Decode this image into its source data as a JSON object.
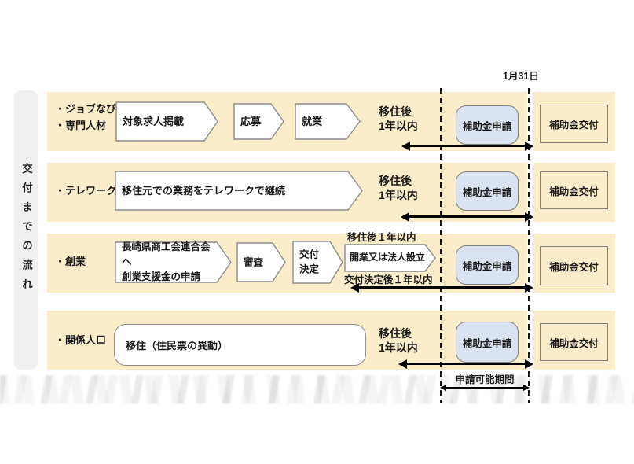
{
  "sidebar": {
    "title": "交付までの流れ"
  },
  "timeline": {
    "deadline": "1月31日",
    "application_period": "申請可能期間"
  },
  "rows": [
    {
      "category": "・ジョブなび\n・専門人材",
      "steps": [
        "対象求人掲載",
        "応募",
        "就業"
      ],
      "period": "移住後\n1年以内",
      "apply_label": "補助金申請",
      "grant_label": "補助金交付"
    },
    {
      "category": "・テレワーク",
      "steps": [
        "移住元での業務をテレワークで継続"
      ],
      "period": "移住後\n1年以内",
      "apply_label": "補助金申請",
      "grant_label": "補助金交付"
    },
    {
      "category": "・創業",
      "steps": [
        "長崎県商工会連合会へ\n創業支援金の申請",
        "審査",
        "交付\n決定",
        "開業又は法人設立"
      ],
      "note_above": "移住後１年以内",
      "note_below": "交付決定後１年以内",
      "apply_label": "補助金申請",
      "grant_label": "補助金交付"
    },
    {
      "category": "・関係人口",
      "steps": [
        "移住（住民票の異動）"
      ],
      "period": "移住後\n1年以内",
      "apply_label": "補助金申請",
      "grant_label": "補助金交付"
    }
  ],
  "colors": {
    "band": "#fcedca",
    "apply_fill": "#dbe3f2",
    "box_border": "#8c8c8c",
    "sidebar_bg": "#f0f0f0",
    "arrow": "#000000"
  }
}
